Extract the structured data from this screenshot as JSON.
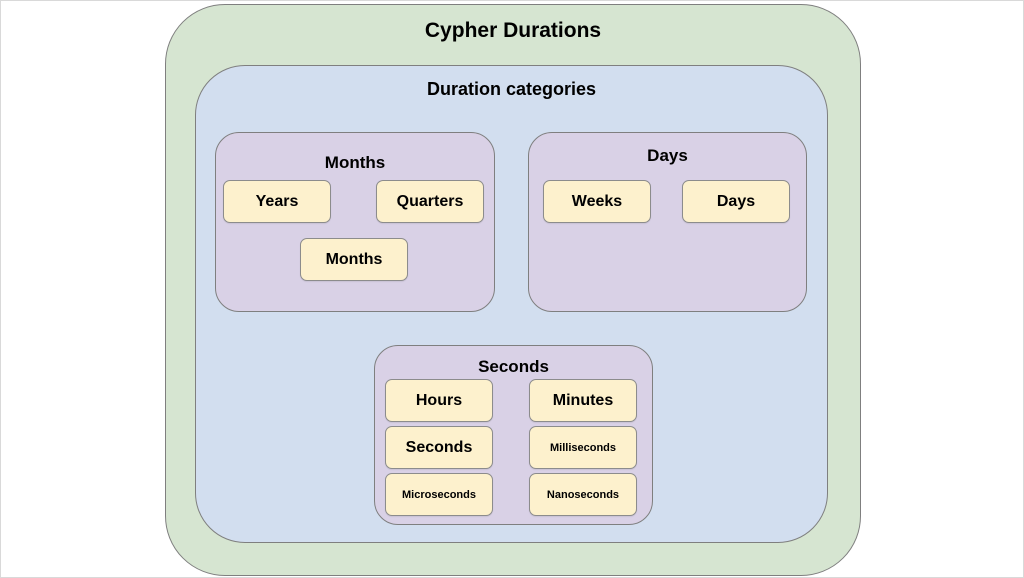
{
  "diagram": {
    "title": "Cypher Durations",
    "subtitle": "Duration categories",
    "groups": {
      "months": {
        "title": "Months",
        "items": [
          "Years",
          "Quarters",
          "Months"
        ]
      },
      "days": {
        "title": "Days",
        "items": [
          "Weeks",
          "Days"
        ]
      },
      "seconds": {
        "title": "Seconds",
        "items": [
          "Hours",
          "Minutes",
          "Seconds",
          "Milliseconds",
          "Microseconds",
          "Nanoseconds"
        ]
      }
    }
  },
  "colors": {
    "outer_fill": "#d6e5d1",
    "middle_fill": "#d2deef",
    "group_fill": "#d9d1e6",
    "unit_fill": "#fdf1cd",
    "border": "#7f7f7f"
  }
}
